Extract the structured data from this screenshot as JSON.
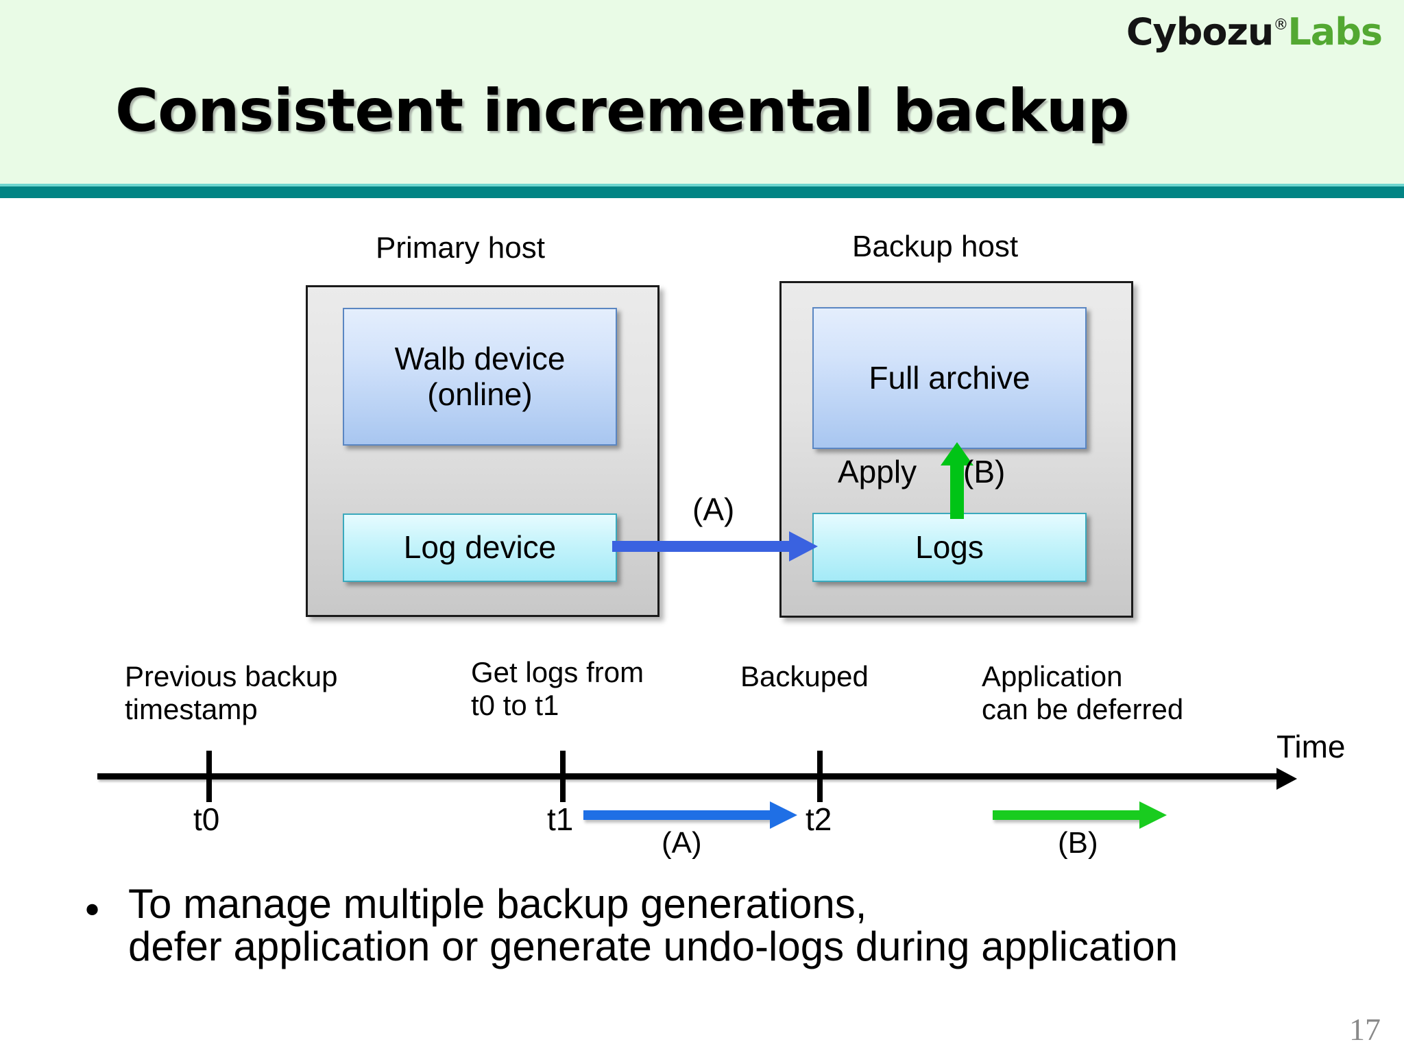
{
  "slide": {
    "title": "Consistent incremental backup",
    "page_number": "17",
    "accent_bar_color": "#028484",
    "header_bg_color": "#e9fbe6"
  },
  "logo": {
    "brand": "Cybozu",
    "registered_mark": "®",
    "suffix": "Labs",
    "brand_color": "#141414",
    "suffix_color": "#53a832"
  },
  "diagram": {
    "primary_host": {
      "caption": "Primary host",
      "boxes": [
        {
          "label": "Walb device\n(online)",
          "style": "blue"
        },
        {
          "label": "Log device",
          "style": "cyan"
        }
      ]
    },
    "backup_host": {
      "caption": "Backup host",
      "boxes": [
        {
          "label": "Full archive",
          "style": "blue"
        },
        {
          "label": "Logs",
          "style": "cyan"
        }
      ]
    },
    "transfer_arrow": {
      "label": "(A)",
      "color": "#3a62e0",
      "direction": "right"
    },
    "apply_arrow": {
      "label": "Apply",
      "tag": "(B)",
      "color": "#00c416",
      "direction": "up"
    }
  },
  "timeline": {
    "axis_label": "Time",
    "annotations": [
      "Previous backup\ntimestamp",
      "Get logs from\nt0 to t1",
      "Backuped",
      "Application\ncan be deferred"
    ],
    "ticks": [
      {
        "label": "t0"
      },
      {
        "label": "t1"
      },
      {
        "label": "t2"
      }
    ],
    "spans": [
      {
        "label": "(A)",
        "color": "#1f6fe5",
        "from": "t1",
        "to": "t2"
      },
      {
        "label": "(B)",
        "color": "#19cc1f",
        "from": "after t2",
        "to": "later"
      }
    ]
  },
  "body": {
    "bullet_marker": "•",
    "bullet_text": "To manage multiple backup generations,\ndefer application or generate undo-logs during application"
  }
}
